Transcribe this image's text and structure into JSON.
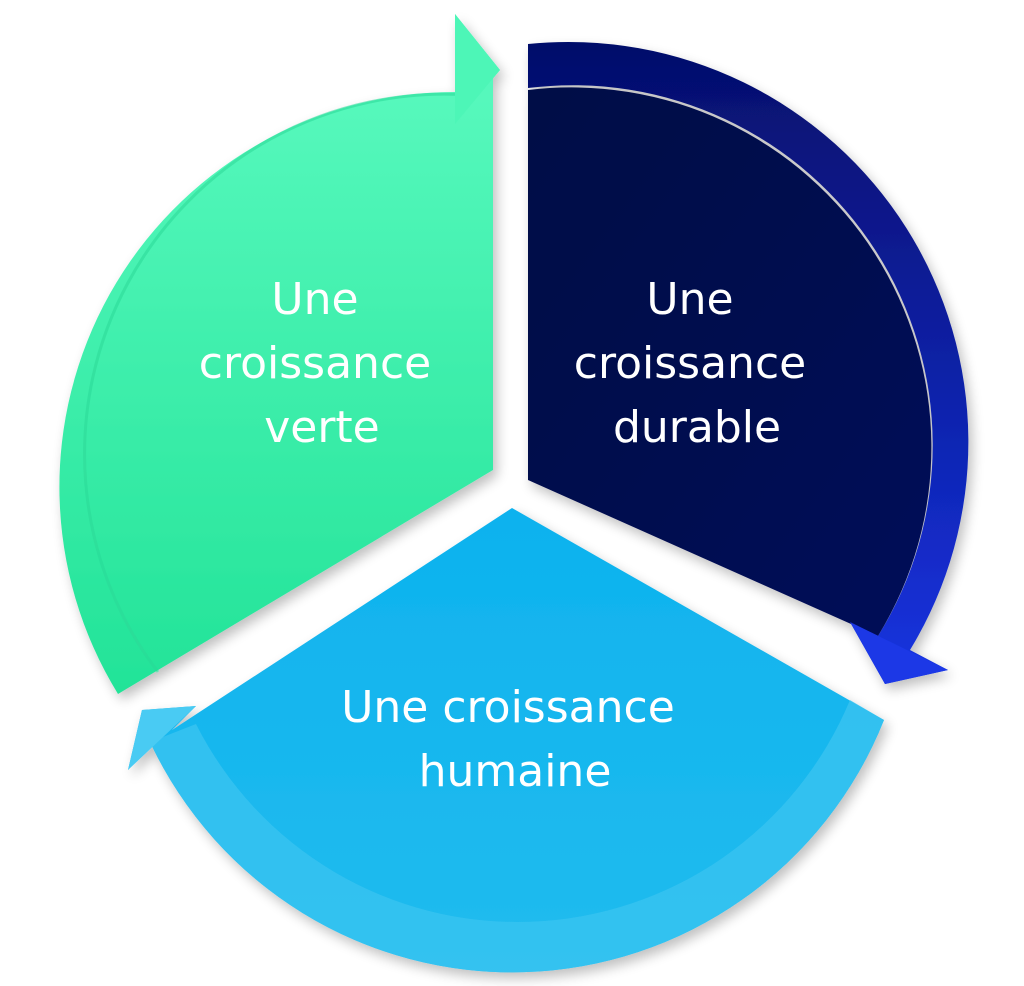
{
  "colors": {
    "green": "#3AF2AA",
    "green_light": "#57FBBE",
    "green_dark": "#25E39B",
    "navy": "#03084F",
    "navy_edge": "#1024C8",
    "blue": "#12B6EE",
    "blue_light": "#45C8F2",
    "blue_dark": "#0FA3DE"
  },
  "segments": [
    {
      "id": "verte",
      "lines": [
        "Une",
        "croissance",
        "verte"
      ]
    },
    {
      "id": "durable",
      "lines": [
        "Une",
        "croissance",
        "durable"
      ]
    },
    {
      "id": "humaine",
      "lines": [
        "Une croissance",
        "humaine"
      ]
    }
  ]
}
